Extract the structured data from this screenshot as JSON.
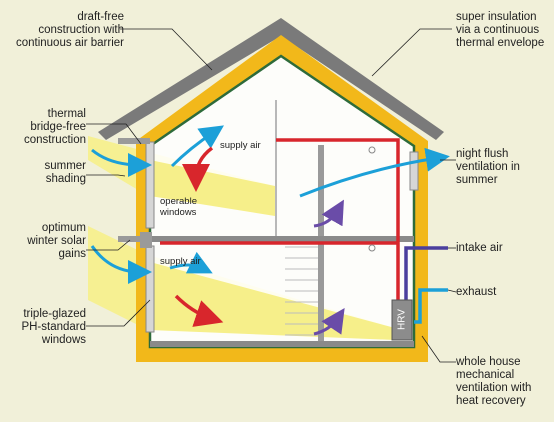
{
  "labels_left": {
    "draft_free": "draft-free\nconstruction with\ncontinuous air barrier",
    "thermal_bridge": "thermal\nbridge-free\nconstruction",
    "summer_shading": "summer\nshading",
    "winter_solar": "optimum\nwinter solar\ngains",
    "triple_glazed": "triple-glazed\nPH-standard\nwindows"
  },
  "labels_right": {
    "super_insulation": "super insulation\nvia a continuous\nthermal envelope",
    "night_flush": "night flush\nventilation in\nsummer",
    "intake_air": "intake air",
    "exhaust": "exhaust",
    "whole_house": "whole house\nmechanical\nventilation with\nheat recovery"
  },
  "inner_labels": {
    "supply_air_upper": "supply air",
    "operable_windows": "operable\nwindows",
    "supply_air_lower": "supply air",
    "hrv": "HRV"
  },
  "colors": {
    "background": "#f1f0d9",
    "insulation": "#f2b81a",
    "roof": "#7a7a7a",
    "air_barrier": "#2e6b3a",
    "sunlight": "#f6ef8a",
    "supply_duct": "#d8262c",
    "intake_duct": "#4b3f9e",
    "exhaust_duct": "#1ca0d8",
    "interior": "#ffffff"
  }
}
